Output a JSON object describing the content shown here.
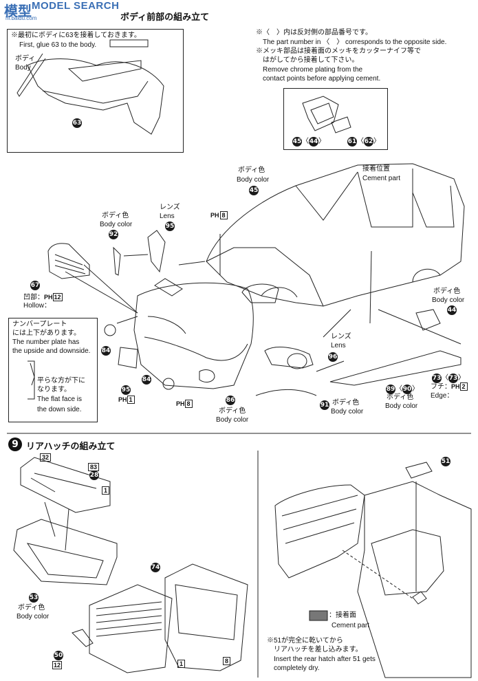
{
  "watermark": {
    "brand": "MODEL SEARCH",
    "logo_cn": "模型",
    "url": "hi.baidu.com"
  },
  "section8": {
    "title": "ボディ前部の組み立て",
    "intro_box": {
      "jp": "※最初にボディに63を接着しておきます。",
      "en": "First, glue 63 to the body.",
      "body_jp": "ボディ",
      "body_en": "Body",
      "part": "63"
    },
    "notes": {
      "n1_jp": "※〈　〉内は反対側の部品番号です。",
      "n1_en": "The part number in 〈　〉 corresponds to the opposite side.",
      "n2_jp": "※メッキ部品は接着面のメッキをカッターナイフ等で",
      "n2_jp2": "はがしてから接着して下さい。",
      "n2_en": "Remove chrome plating from the",
      "n2_en2": "contact points before applying cement."
    },
    "mirror_parts": {
      "a": "45",
      "b": "44",
      "c": "61",
      "d": "62"
    },
    "labels": {
      "body_color_jp": "ボディ色",
      "body_color_en": "Body color",
      "lens_jp": "レンズ",
      "lens_en": "Lens",
      "cement_jp": "接着位置",
      "cement_en": "Cement part",
      "hollow_jp": "凹部：",
      "hollow_en": "Hollow：",
      "edge_jp": "フチ：",
      "edge_en": "Edge："
    },
    "parts": {
      "p45": "45",
      "p92": "92",
      "p95": "95",
      "p67": "67",
      "p84": "84",
      "p86": "86",
      "p96": "96",
      "p91": "91",
      "p89": "89",
      "p90": "90",
      "p44": "44",
      "p73": "73",
      "p73b": "73"
    },
    "ph": {
      "p8": "8",
      "p12": "12",
      "p1": "1",
      "p2": "2",
      "prefix": "PH"
    },
    "plate_note": {
      "jp1": "ナンバープレート",
      "jp2": "には上下があります。",
      "en1": "The number plate has",
      "en2": "the upside and downside.",
      "jp3": "平らな方が下に",
      "jp4": "なります。",
      "en3": "The flat face is",
      "en4": "the down side."
    }
  },
  "section9": {
    "step": "9",
    "title": "リアハッチの組み立て",
    "parts": {
      "p28": "28",
      "p53": "53",
      "p74": "74",
      "p50": "50",
      "p51": "51"
    },
    "ph": {
      "p32": "32",
      "p83": "83",
      "p1": "1",
      "p12": "12",
      "p8": "8",
      "p1b": "1"
    },
    "cement_legend_jp": "：接着面",
    "cement_legend_en": "Cement part",
    "final_note": {
      "jp1": "※51が完全に乾いてから",
      "jp2": "リアハッチを差し込みます。",
      "en1": "Insert the rear hatch after 51 gets",
      "en2": "completely dry."
    }
  }
}
